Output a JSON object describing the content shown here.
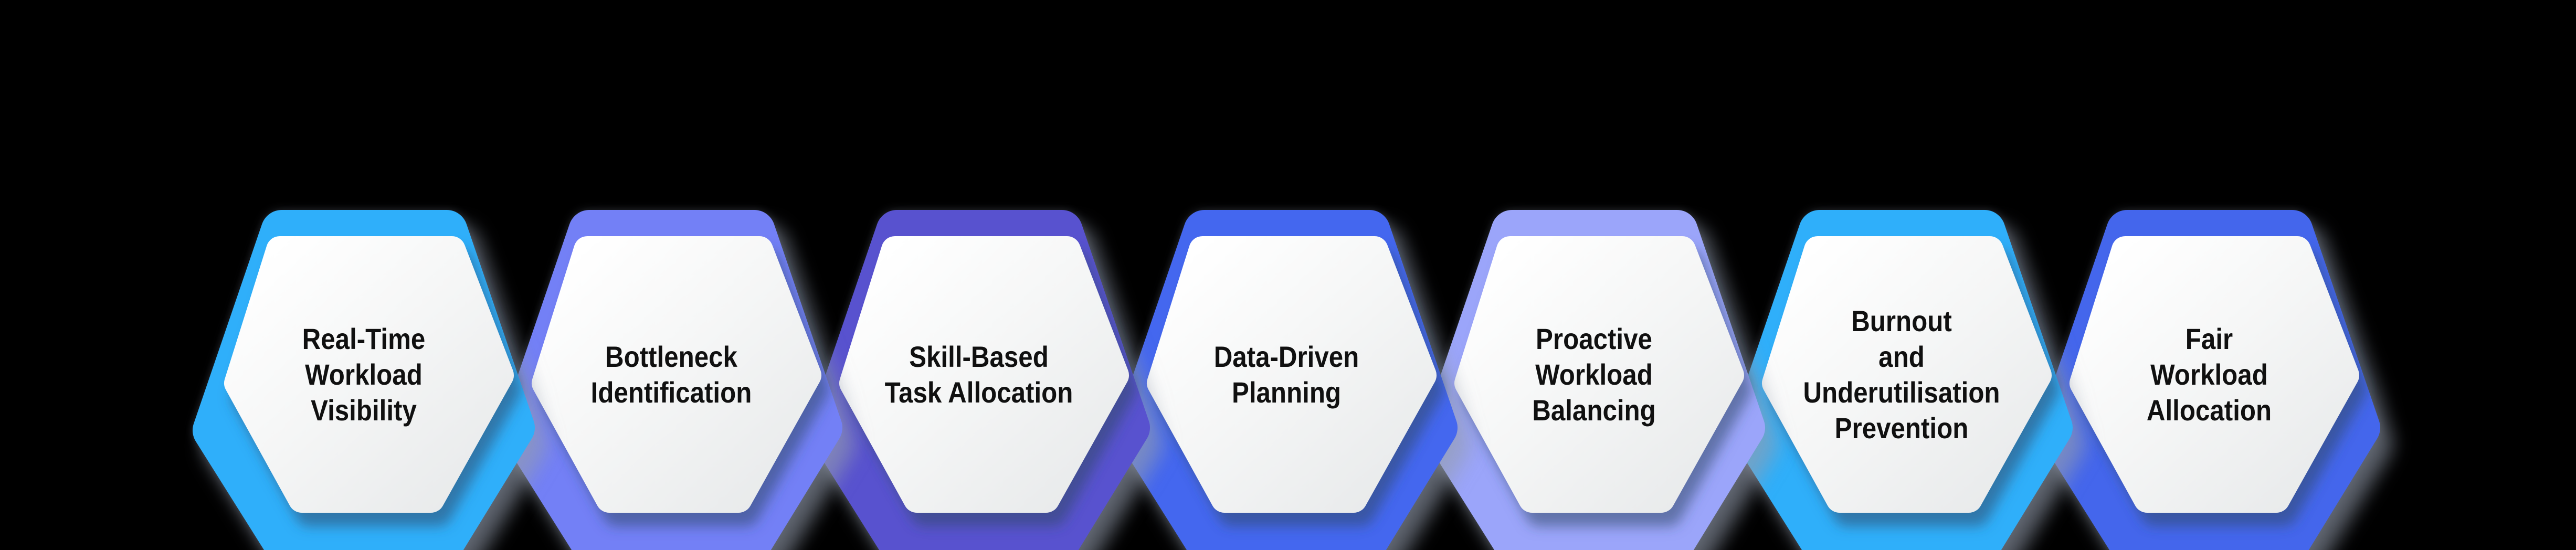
{
  "page": {
    "background": "#000000",
    "text_color": "#101010"
  },
  "hexagons": [
    {
      "label": "Real-Time\nWorkload\nVisibility",
      "border_color": "#2FAFFA"
    },
    {
      "label": "Bottleneck\nIdentification",
      "border_color": "#7380F6"
    },
    {
      "label": "Skill-Based\nTask Allocation",
      "border_color": "#5852CF"
    },
    {
      "label": "Data-Driven\nPlanning",
      "border_color": "#4467EF"
    },
    {
      "label": "Proactive\nWorkload\nBalancing",
      "border_color": "#9BA5FA"
    },
    {
      "label": "Burnout\nand\nUnderutilisation\nPrevention",
      "border_color": "#2FAFFA"
    },
    {
      "label": "Fair\nWorkload\nAllocation",
      "border_color": "#4466EC"
    }
  ]
}
